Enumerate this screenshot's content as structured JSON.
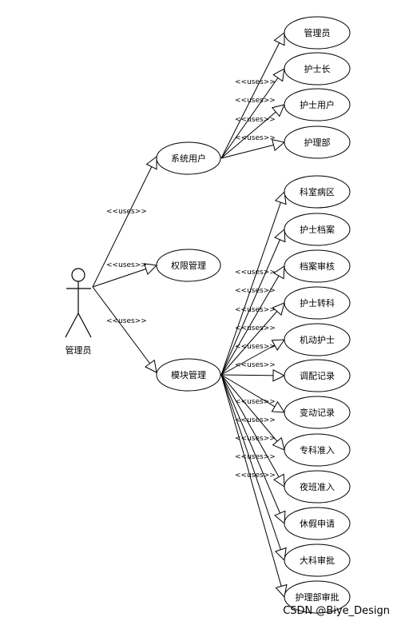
{
  "actor": {
    "name": "管理员"
  },
  "relation_label": "<<uses>>",
  "mid_use_cases": [
    "系统用户",
    "权限管理",
    "模块管理"
  ],
  "user_sub_use_cases": [
    "管理员",
    "护士长",
    "护士用户",
    "护理部"
  ],
  "module_sub_use_cases": [
    "科室病区",
    "护士档案",
    "档案审核",
    "护士转科",
    "机动护士",
    "调配记录",
    "变动记录",
    "专科准入",
    "夜班准入",
    "休假申请",
    "大科审批",
    "护理部审批"
  ],
  "watermark": "CSDN @Biye_Design"
}
